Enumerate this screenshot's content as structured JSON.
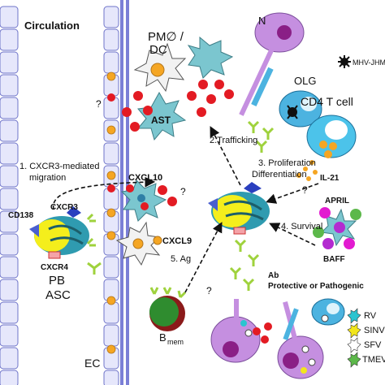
{
  "labels": {
    "circulation": "Circulation",
    "pm_dc_line1": "PM∅ /",
    "pm_dc_line2": "DC",
    "ast": "AST",
    "n": "N",
    "olg": "OLG",
    "mhv": "MHV-JHM",
    "cd4": "CD4 T cell",
    "il21": "IL-21",
    "april": "APRIL",
    "baff": "BAFF",
    "cxcl10": "CXCL10",
    "cxcl9": "CXCL9",
    "cd138": "CD138",
    "cxcr3": "CXCR3",
    "cxcr4": "CXCR4",
    "pb": "PB",
    "asc": "ASC",
    "b": "B",
    "mem": "mem",
    "ec": "EC",
    "step1_line1": "1. CXCR3-mediated",
    "step1_line2": "migration",
    "step2": "2.Trafficking",
    "step3_line1": "3. Proliferation",
    "step3_line2": "Differentiation",
    "step4": "4. Survival",
    "step5": "5. Ag",
    "ab_line1": "Ab",
    "ab_line2": "Protective or Pathogenic",
    "q1": "?",
    "q2": "?",
    "q3": "?",
    "q4": "?"
  },
  "virus_legend": [
    {
      "name": "RV",
      "color": "#2bc4d0"
    },
    {
      "name": "SINV",
      "color": "#f2e61c"
    },
    {
      "name": "SFV",
      "color": "#ffffff"
    },
    {
      "name": "TMEV",
      "color": "#5cb84a"
    }
  ],
  "colors": {
    "vessel": "#7b7fd6",
    "wall_cell": "#e6e7fb",
    "chemokine_red": "#e31b23",
    "chemokine_orange": "#f5a623",
    "astrocyte": "#7bc6cf",
    "neuron": "#c58fe0",
    "antibody": "#9fd23c",
    "plasma_cell": "#f4ee1c",
    "b_cell": "#2f8c2f",
    "cd4_cell": "#4cc3ea"
  }
}
